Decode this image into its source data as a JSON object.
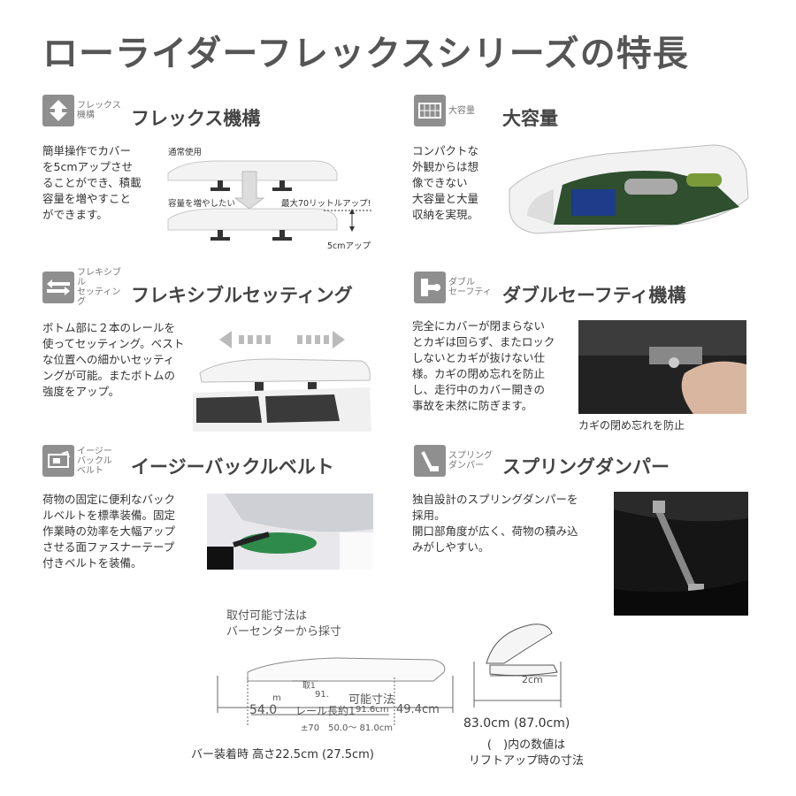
{
  "page": {
    "title": "ローライダーフレックスシリーズの特長"
  },
  "features": {
    "flex": {
      "icon_label": "フレックス\n機構",
      "title": "フレックス機構",
      "desc": "簡単操作でカバー\nを5cmアップさせ\nることができ、積載\n容量を増やすこと\nができます。",
      "label_normal": "通常使用",
      "label_increase": "容量を増やしたい",
      "label_max": "最大70リットルアップ!",
      "label_5cm": "5cmアップ"
    },
    "capacity": {
      "icon_label": "大容量",
      "title": "大容量",
      "desc": "コンパクトな\n外観からは想\n像できない\n大容量と大量\n収納を実現。"
    },
    "flexible": {
      "icon_label": "フレキシブル\nセッティング",
      "title": "フレキシブルセッティング",
      "desc": "ボトム部に２本のレールを\n使ってセッティング。ベスト\nな位置への細かいセッティ\nングが可能。またボトムの\n強度をアップ。"
    },
    "safety": {
      "icon_label": "ダブル\nセーフティ",
      "title": "ダブルセーフティ機構",
      "desc": "完全にカバーが閉まらない\nとカギは回らず、またロック\nしないとカギが抜けない仕\n様。カギの閉め忘れを防止\nし、走行中のカバー開きの\n事故を未然に防ぎます。",
      "caption": "カギの閉め忘れを防止"
    },
    "buckle": {
      "icon_label": "イージー\nバックル\nベルト",
      "title": "イージーバックルベルト",
      "desc": "荷物の固定に便利なバック\nルベルトを標準装備。固定\n作業時の効率を大幅アップ\nさせる面ファスナーテープ\n付きベルトを装備。"
    },
    "damper": {
      "icon_label": "スプリング\nダンパー",
      "title": "スプリングダンパー",
      "desc": "独自設計のスプリングダンパーを\n採用。\n開口部角度が広く、荷物の積み込\nみがしやすい。"
    }
  },
  "dimensions": {
    "note": "取付可能寸法は\nバーセンターから採寸",
    "front": "54.0",
    "rail": "レール長約1",
    "rail_value": "91.6cm",
    "back": "49.4cm",
    "mount_range": "±70　50.0～ 81.0cm",
    "mid_label": "91.",
    "small_1": "m",
    "small_2": "取1",
    "possible": "可能寸法",
    "height_label": "バー装着時 高さ22.5cm (27.5cm)",
    "width_label": "83.0cm (87.0cm)",
    "depth_label": "2cm",
    "lift_note": "(　)内の数値は\nリフトアップ時の寸法"
  },
  "colors": {
    "title": "#555555",
    "icon_bg": "#8f8f8f",
    "box_white": "#f3f3f3"
  }
}
